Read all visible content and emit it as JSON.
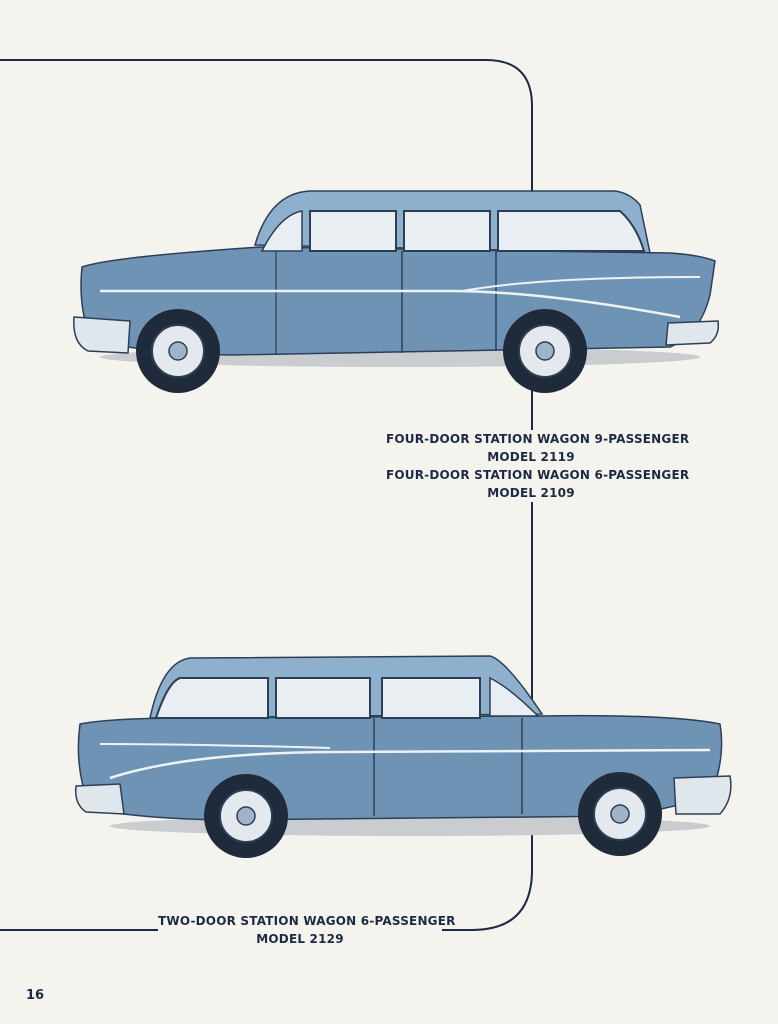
{
  "captions": {
    "top": {
      "line1": "FOUR-DOOR STATION WAGON 9-PASSENGER",
      "line2": "MODEL 2119",
      "line3": "FOUR-DOOR STATION WAGON 6-PASSENGER",
      "line4": "MODEL 2109"
    },
    "bottom": {
      "line1": "TWO-DOOR STATION WAGON 6-PASSENGER",
      "line2": "MODEL 2129"
    }
  },
  "page_number": "16",
  "colors": {
    "ink": "#1e2a44",
    "car_body": "#6f93b5",
    "car_dark": "#2c3f57",
    "glass": "#e9eef2",
    "paper": "#f4f3ee"
  }
}
